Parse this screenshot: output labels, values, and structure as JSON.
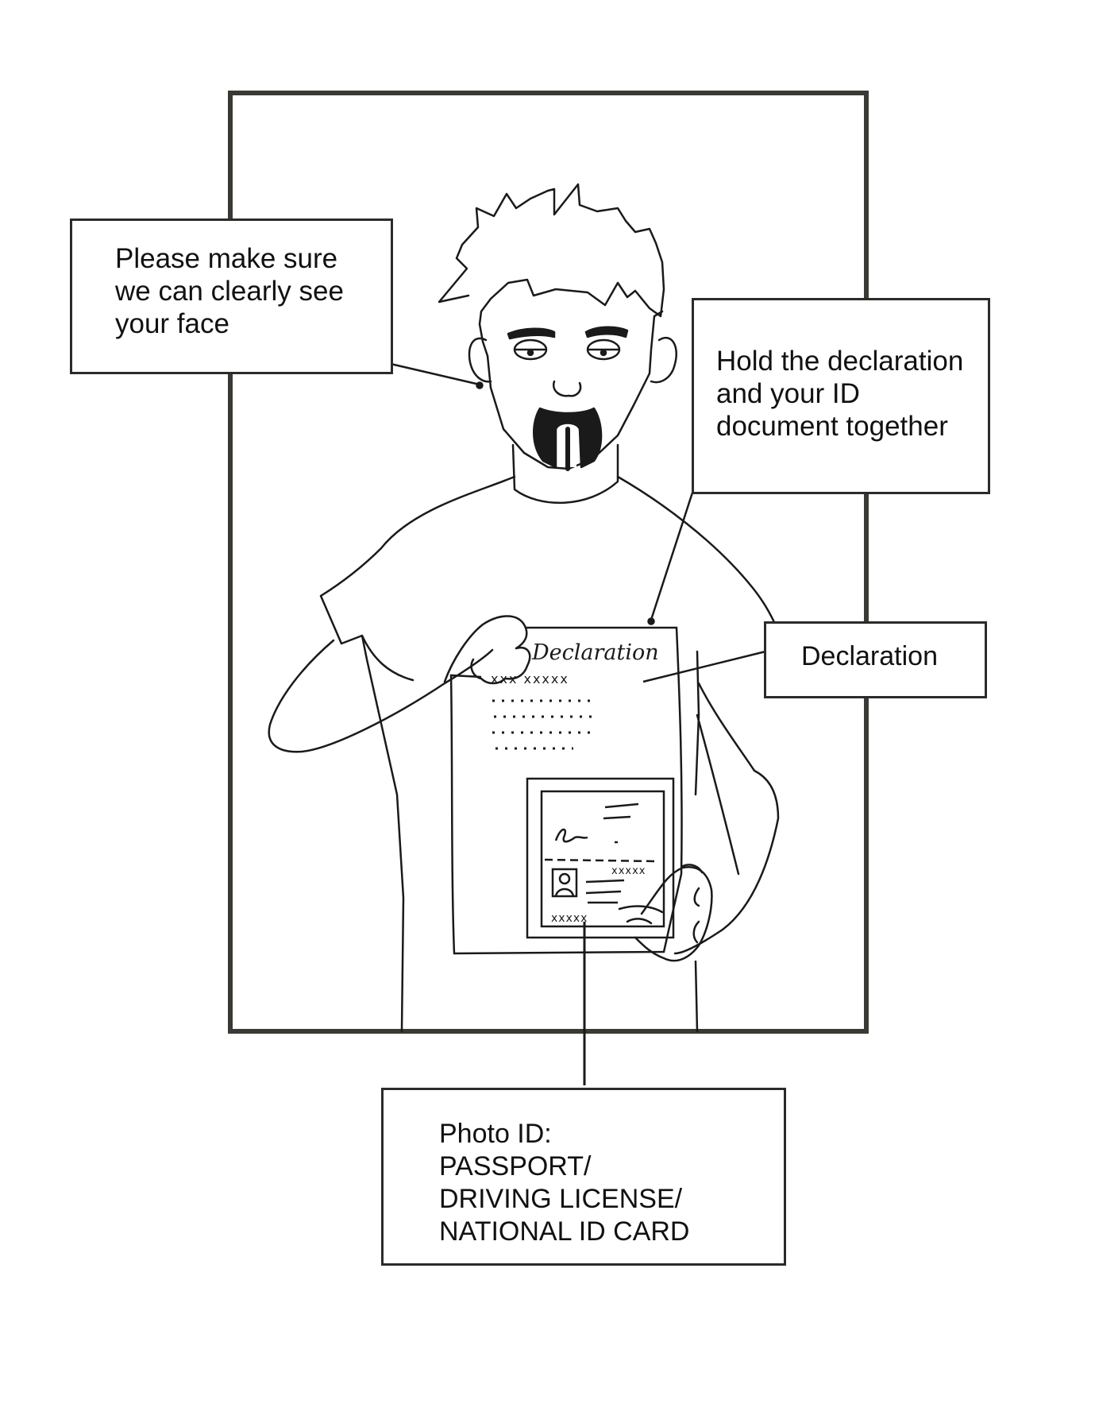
{
  "callouts": {
    "face": {
      "lines": [
        "Please make sure",
        "we can clearly see",
        "your face"
      ]
    },
    "hold": {
      "lines": [
        "Hold the declaration",
        "and your ID",
        "document together"
      ]
    },
    "declaration": {
      "label": "Declaration"
    },
    "photo_id": {
      "lines": [
        "Photo ID:",
        "PASSPORT/",
        "DRIVING LICENSE/",
        "NATIONAL ID CARD"
      ]
    }
  },
  "held_paper": {
    "title": "Declaration",
    "filler": "xxx xxxxx",
    "id_marks": [
      "xxxxx",
      "xxxxx"
    ]
  },
  "colors": {
    "ink": "#1a1a1a",
    "frame": "#3a3a34",
    "background": "#ffffff"
  }
}
